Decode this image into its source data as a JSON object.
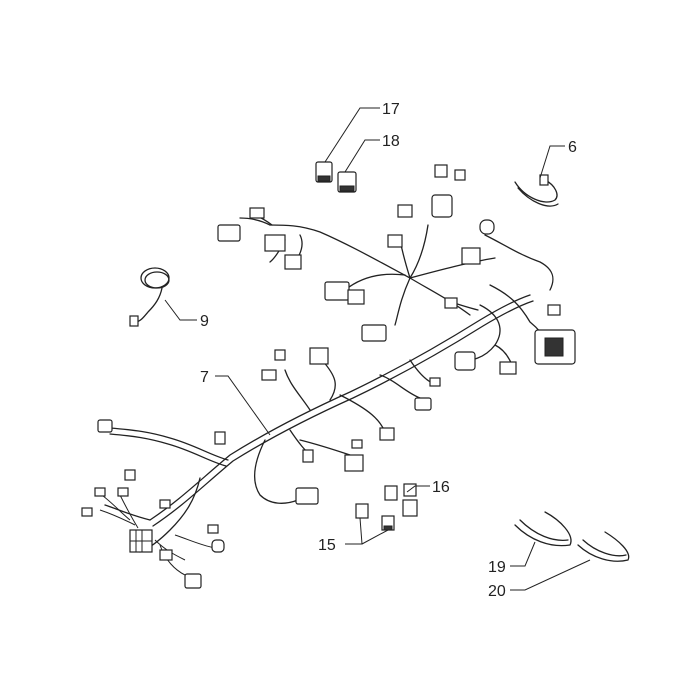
{
  "callouts": {
    "c6": "6",
    "c7": "7",
    "c9": "9",
    "c15": "15",
    "c16": "16",
    "c17": "17",
    "c18": "18",
    "c19": "19",
    "c20": "20"
  }
}
